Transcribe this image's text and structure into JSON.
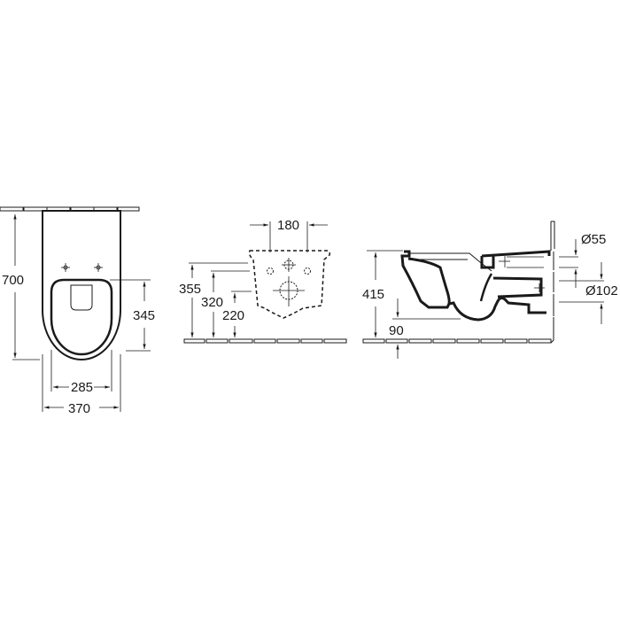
{
  "title": "Wall-hung WC technical drawing",
  "colors": {
    "line": "#1a1a1a",
    "background": "#ffffff",
    "thin_line": "#333333"
  },
  "views": {
    "top": {
      "name": "top-view",
      "dimensions": {
        "length": "700",
        "seat_length": "345",
        "inner_width": "285",
        "outer_width": "370"
      }
    },
    "back": {
      "name": "back-view",
      "dimensions": {
        "bolt_spacing": "180",
        "height_top": "355",
        "height_bolts": "320",
        "height_outlet": "220"
      }
    },
    "side": {
      "name": "side-view",
      "dimensions": {
        "total_height": "415",
        "floor_gap": "90",
        "inlet_diameter": "Ø55",
        "outlet_diameter": "Ø102"
      }
    }
  }
}
